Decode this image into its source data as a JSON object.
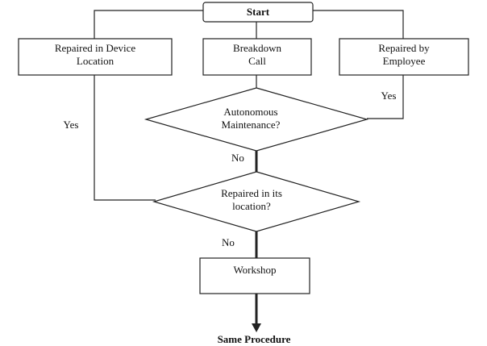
{
  "nodes": {
    "start": {
      "label": "Start"
    },
    "repaired_in_device_location": {
      "lines": [
        "Repaired in Device",
        "Location"
      ]
    },
    "breakdown_call": {
      "lines": [
        "Breakdown",
        "Call"
      ]
    },
    "repaired_by_employee": {
      "lines": [
        "Repaired by",
        "Employee"
      ]
    },
    "autonomous_maintenance": {
      "lines": [
        "Autonomous",
        "Maintenance?"
      ]
    },
    "repaired_in_its_location": {
      "lines": [
        "Repaired in its",
        "location?"
      ]
    },
    "workshop": {
      "label": "Workshop"
    },
    "same_procedure": {
      "label": "Same Procedure"
    }
  },
  "edge_labels": {
    "yes_left": "Yes",
    "yes_right": "Yes",
    "no_autonomous": "No",
    "no_location": "No"
  }
}
